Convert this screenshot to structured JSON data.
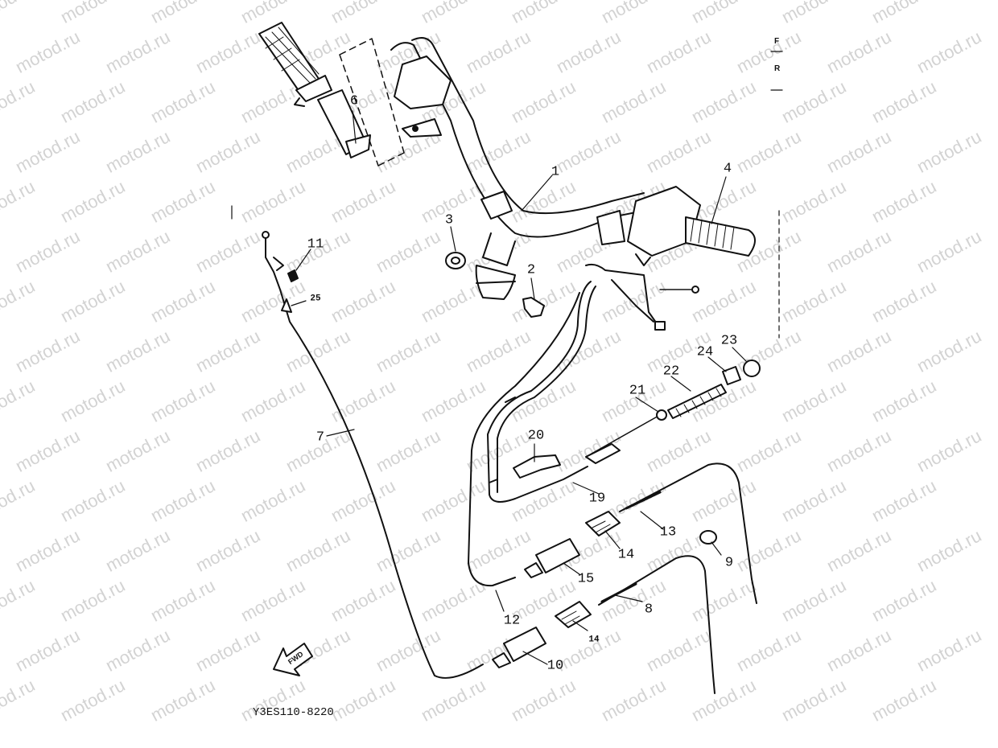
{
  "watermark": "motod.ru",
  "diagram_code": "Y3ES110-8220",
  "side_marks": {
    "top": "F",
    "bottom": "R"
  },
  "front_arrow_label": "FWD",
  "callouts": [
    {
      "id": "1",
      "label": "1"
    },
    {
      "id": "2",
      "label": "2"
    },
    {
      "id": "3",
      "label": "3"
    },
    {
      "id": "4",
      "label": "4"
    },
    {
      "id": "6",
      "label": "6"
    },
    {
      "id": "7",
      "label": "7"
    },
    {
      "id": "8",
      "label": "8"
    },
    {
      "id": "9",
      "label": "9"
    },
    {
      "id": "10",
      "label": "10"
    },
    {
      "id": "11",
      "label": "11"
    },
    {
      "id": "12",
      "label": "12"
    },
    {
      "id": "13",
      "label": "13"
    },
    {
      "id": "14a",
      "label": "14"
    },
    {
      "id": "14b",
      "label": "14"
    },
    {
      "id": "15",
      "label": "15"
    },
    {
      "id": "19",
      "label": "19"
    },
    {
      "id": "20",
      "label": "20"
    },
    {
      "id": "21",
      "label": "21"
    },
    {
      "id": "22",
      "label": "22"
    },
    {
      "id": "23",
      "label": "23"
    },
    {
      "id": "24",
      "label": "24"
    },
    {
      "id": "25",
      "label": "25"
    }
  ]
}
